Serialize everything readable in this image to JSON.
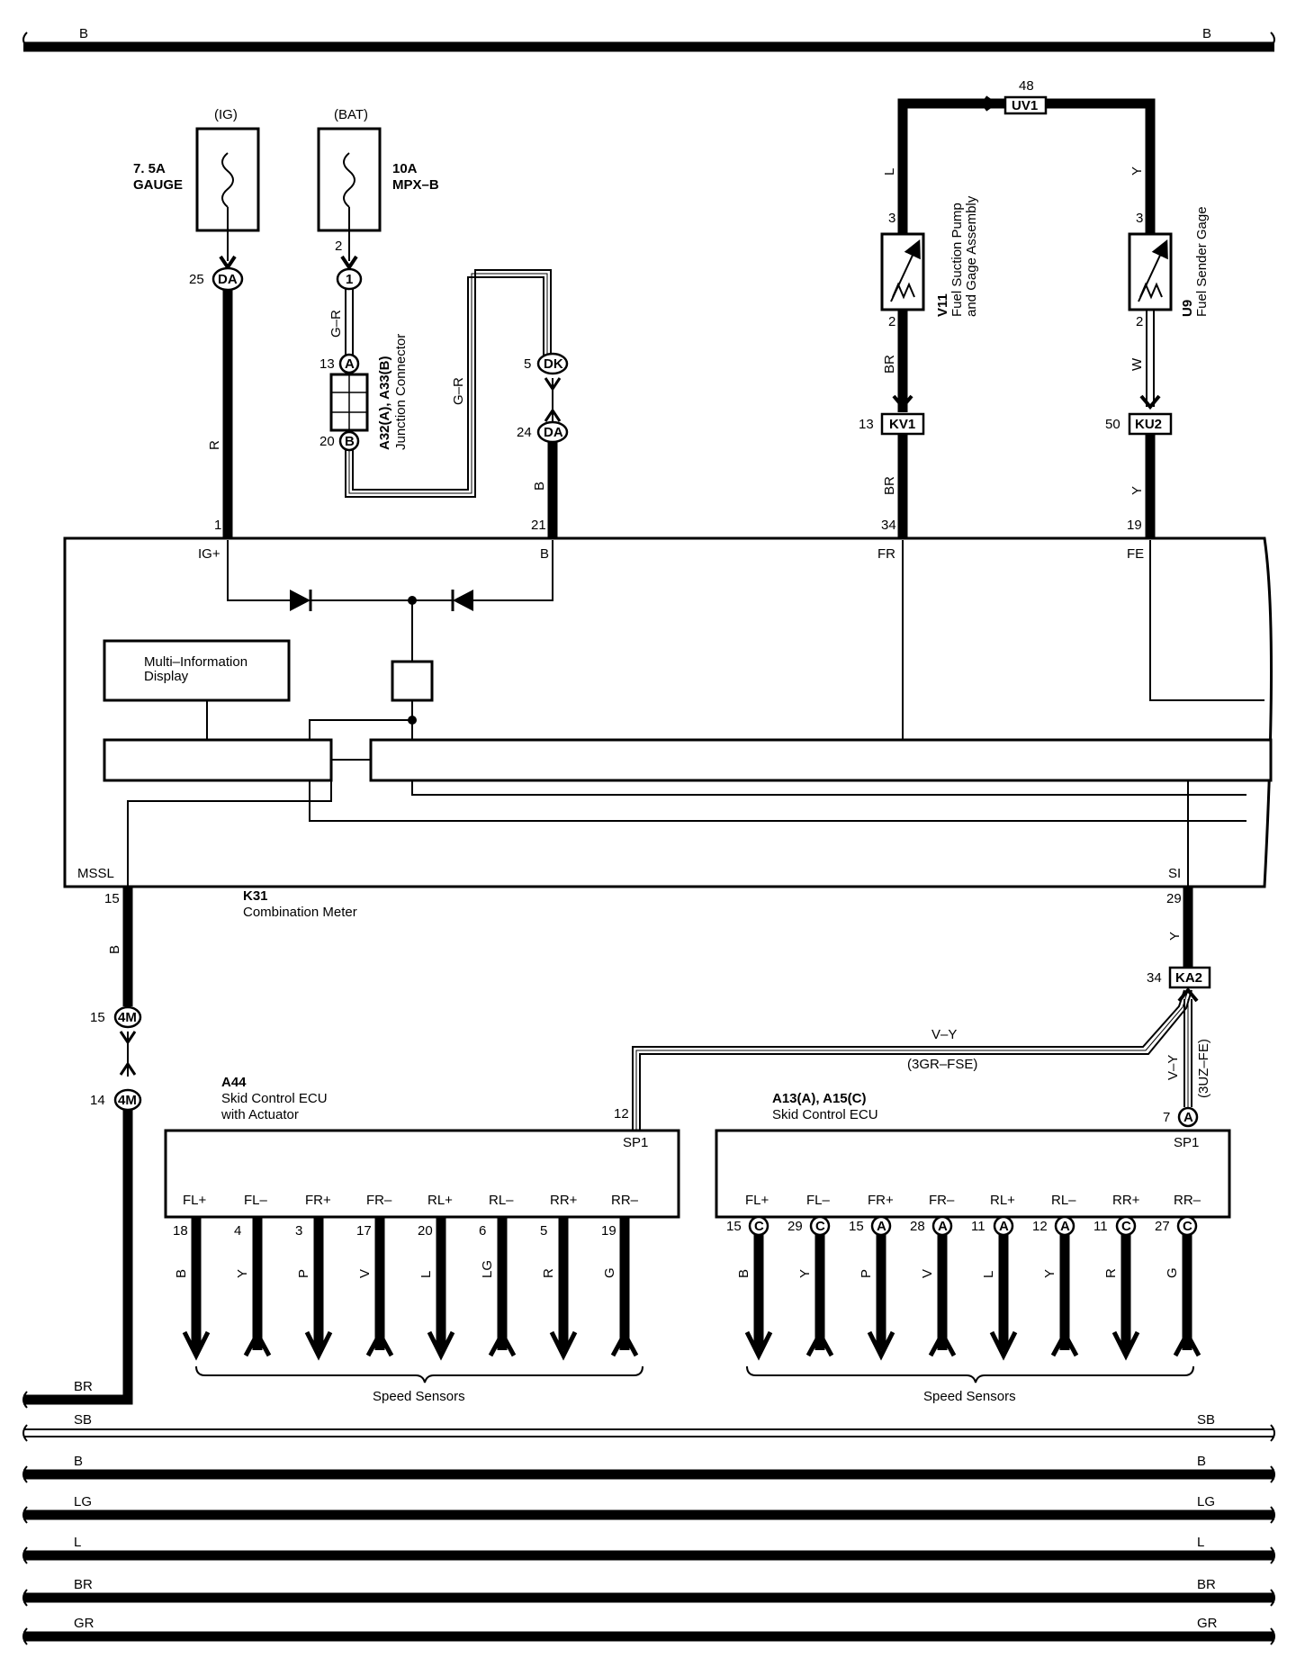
{
  "bus_top": {
    "left": "B",
    "right": "B"
  },
  "fuses": [
    {
      "source": "(IG)",
      "amp": "7. 5A",
      "name": "GAUGE"
    },
    {
      "source": "(BAT)",
      "amp": "10A",
      "name": "MPX–B"
    }
  ],
  "pins": {
    "fuse_bat_out": "2",
    "da_25": "25",
    "da_25_label": "DA",
    "conn1_label": "1",
    "jc_13": "13",
    "jc_13_label": "A",
    "jc_20": "20",
    "jc_20_label": "B",
    "dk_5": "5",
    "dk_label": "DK",
    "da_24": "24",
    "da_24_label": "DA",
    "uv1_pin": "48",
    "uv1_label": "UV1",
    "kv1_pin": "13",
    "kv1_label": "KV1",
    "ku2_pin": "50",
    "ku2_label": "KU2",
    "pump_3": "3",
    "pump_2": "2",
    "gage_3": "3",
    "gage_2": "2",
    "meter_ig": "1",
    "meter_b": "21",
    "meter_fr": "34",
    "meter_fe": "19",
    "meter_mssl": "15",
    "meter_si": "29",
    "ka2_pin": "34",
    "ka2_label": "KA2",
    "m4_15": "15",
    "m4_14": "14",
    "m4_label": "4M",
    "a44_sp1": "12",
    "a13_sp1": "7",
    "a13_sp1_label": "A"
  },
  "junction": {
    "name": "A32(A), A33(B)",
    "desc": "Junction Connector"
  },
  "components": {
    "pump_id": "V11",
    "pump_desc1": "Fuel Suction Pump",
    "pump_desc2": "and Gage Assembly",
    "gage_id": "U9",
    "gage_desc": "Fuel Sender Gage"
  },
  "meter": {
    "id": "K31",
    "name": "Combination Meter",
    "terms": {
      "ig": "IG+",
      "b": "B",
      "fr": "FR",
      "fe": "FE",
      "mssl": "MSSL",
      "si": "SI"
    },
    "mid_line1": "Multi–Information",
    "mid_line2": "Display"
  },
  "wires": {
    "r": "R",
    "gr1": "G–R",
    "gr2": "G–R",
    "b_da": "B",
    "l_pump": "L",
    "y_gage": "Y",
    "br1": "BR",
    "br2": "BR",
    "w_gage": "W",
    "y_fe": "Y",
    "b_mssl": "B",
    "y_si": "Y",
    "vy": "V–Y",
    "vy_note": "(3GR–FSE)",
    "vy2": "V–Y",
    "vy2_note": "(3UZ–FE)"
  },
  "ecu_a44": {
    "id": "A44",
    "line1": "Skid Control ECU",
    "line2": "with Actuator",
    "sp1": "SP1",
    "terms": [
      "FL+",
      "FL–",
      "FR+",
      "FR–",
      "RL+",
      "RL–",
      "RR+",
      "RR–"
    ],
    "pins": [
      "18",
      "4",
      "3",
      "17",
      "20",
      "6",
      "5",
      "19"
    ],
    "colors": [
      "B",
      "Y",
      "P",
      "V",
      "L",
      "LG",
      "R",
      "G"
    ],
    "sensors_label": "Speed Sensors"
  },
  "ecu_a13": {
    "id": "A13(A), A15(C)",
    "line1": "Skid Control ECU",
    "sp1": "SP1",
    "terms": [
      "FL+",
      "FL–",
      "FR+",
      "FR–",
      "RL+",
      "RL–",
      "RR+",
      "RR–"
    ],
    "pins": [
      "15",
      "29",
      "15",
      "28",
      "11",
      "12",
      "11",
      "27"
    ],
    "conn": [
      "C",
      "C",
      "A",
      "A",
      "A",
      "A",
      "C",
      "C"
    ],
    "colors": [
      "B",
      "Y",
      "P",
      "V",
      "L",
      "Y",
      "R",
      "G"
    ],
    "sensors_label": "Speed Sensors"
  },
  "bottom_bus": [
    {
      "left": "BR",
      "right": ""
    },
    {
      "left": "SB",
      "right": "SB"
    },
    {
      "left": "B",
      "right": "B"
    },
    {
      "left": "LG",
      "right": "LG"
    },
    {
      "left": "L",
      "right": "L"
    },
    {
      "left": "BR",
      "right": "BR"
    },
    {
      "left": "GR",
      "right": "GR"
    }
  ]
}
